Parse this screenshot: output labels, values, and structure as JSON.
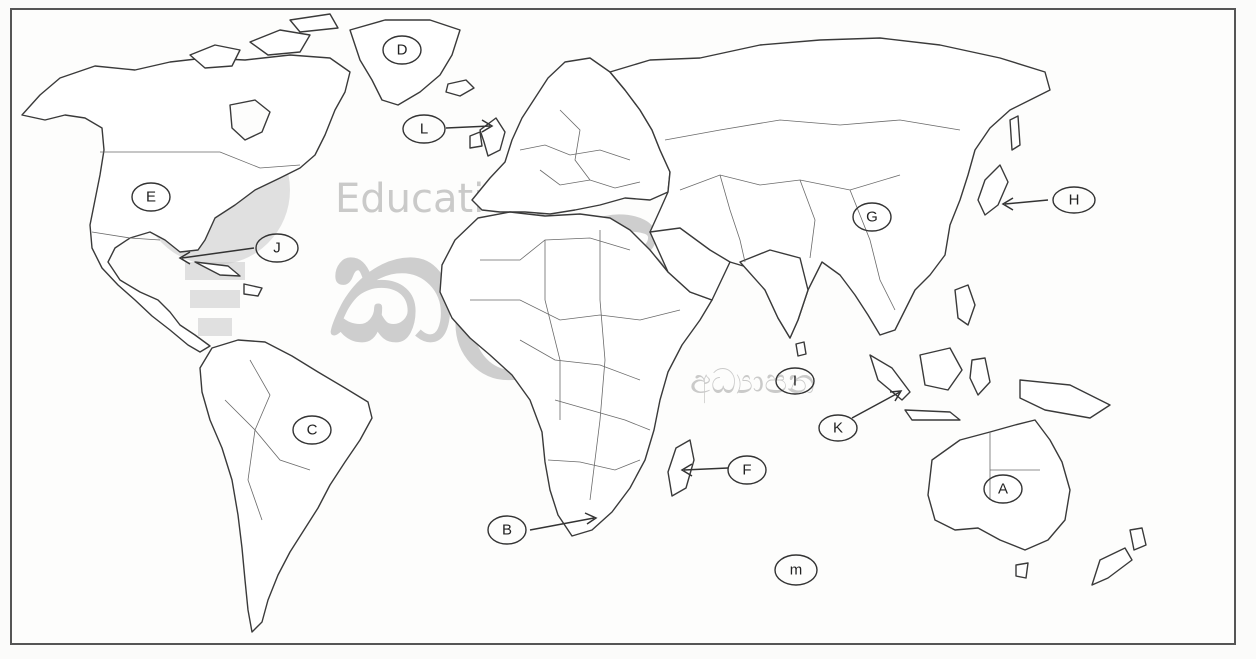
{
  "watermark": {
    "line1": "Education",
    "line2": "කල්වි",
    "line3": "අධ්‍යාපන"
  },
  "labels": [
    {
      "id": "A",
      "text": "A"
    },
    {
      "id": "B",
      "text": "B"
    },
    {
      "id": "C",
      "text": "C"
    },
    {
      "id": "D",
      "text": "D"
    },
    {
      "id": "E",
      "text": "E"
    },
    {
      "id": "F",
      "text": "F"
    },
    {
      "id": "G",
      "text": "G"
    },
    {
      "id": "H",
      "text": "H"
    },
    {
      "id": "I",
      "text": "I"
    },
    {
      "id": "J",
      "text": "J"
    },
    {
      "id": "K",
      "text": "K"
    },
    {
      "id": "L",
      "text": "L"
    },
    {
      "id": "M",
      "text": "m"
    }
  ]
}
